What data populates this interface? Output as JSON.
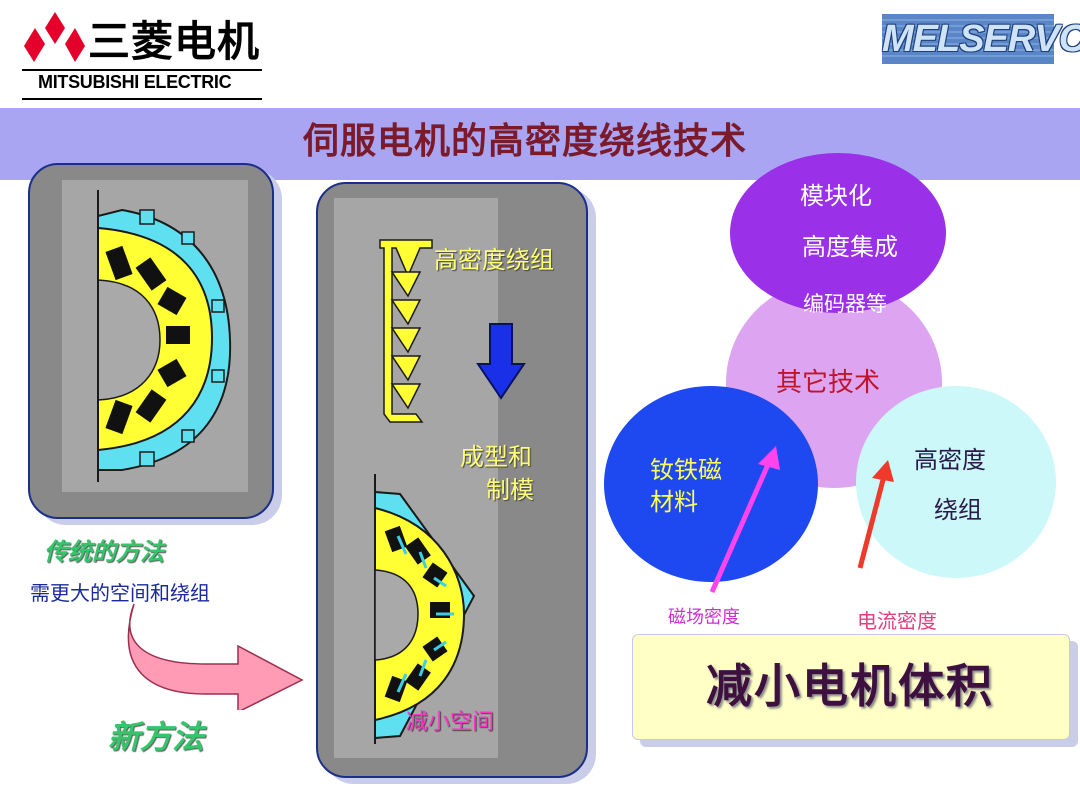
{
  "brand": {
    "name_cn": "三菱电机",
    "name_en": "MITSUBISHI ELECTRIC",
    "product_logo": "MELSERVO"
  },
  "title": "伺服电机的高密度绕线技术",
  "left_panel": {
    "caption_traditional": "传统的方法",
    "note": "需更大的空间和绕组",
    "caption_new": "新方法"
  },
  "mid_panel": {
    "label_winding": "高密度绕组",
    "label_forming_1": "成型和",
    "label_forming_2": "制模",
    "label_reduced_space": "减小空间"
  },
  "venn": {
    "top_line1": "模块化",
    "top_line2": "高度集成",
    "top_line3": "编码器等",
    "middle": "其它技术",
    "left_line1": "钕铁磁",
    "left_line2": "材料",
    "right_line1": "高密度",
    "right_line2": "绕组",
    "arrow_left_label": "磁场密度",
    "arrow_right_label": "电流密度"
  },
  "result": "减小电机体积",
  "colors": {
    "title_band": "#a9a5f3",
    "title_text": "#7a1a2a",
    "panel": "#898989",
    "panel_border": "#1b2e8a",
    "circle_purple": "#9a30e8",
    "circle_lavender": "#dda4f2",
    "circle_blue": "#1e48f0",
    "circle_cyan": "#ccf8fa",
    "result_bg": "#ffffc6"
  }
}
